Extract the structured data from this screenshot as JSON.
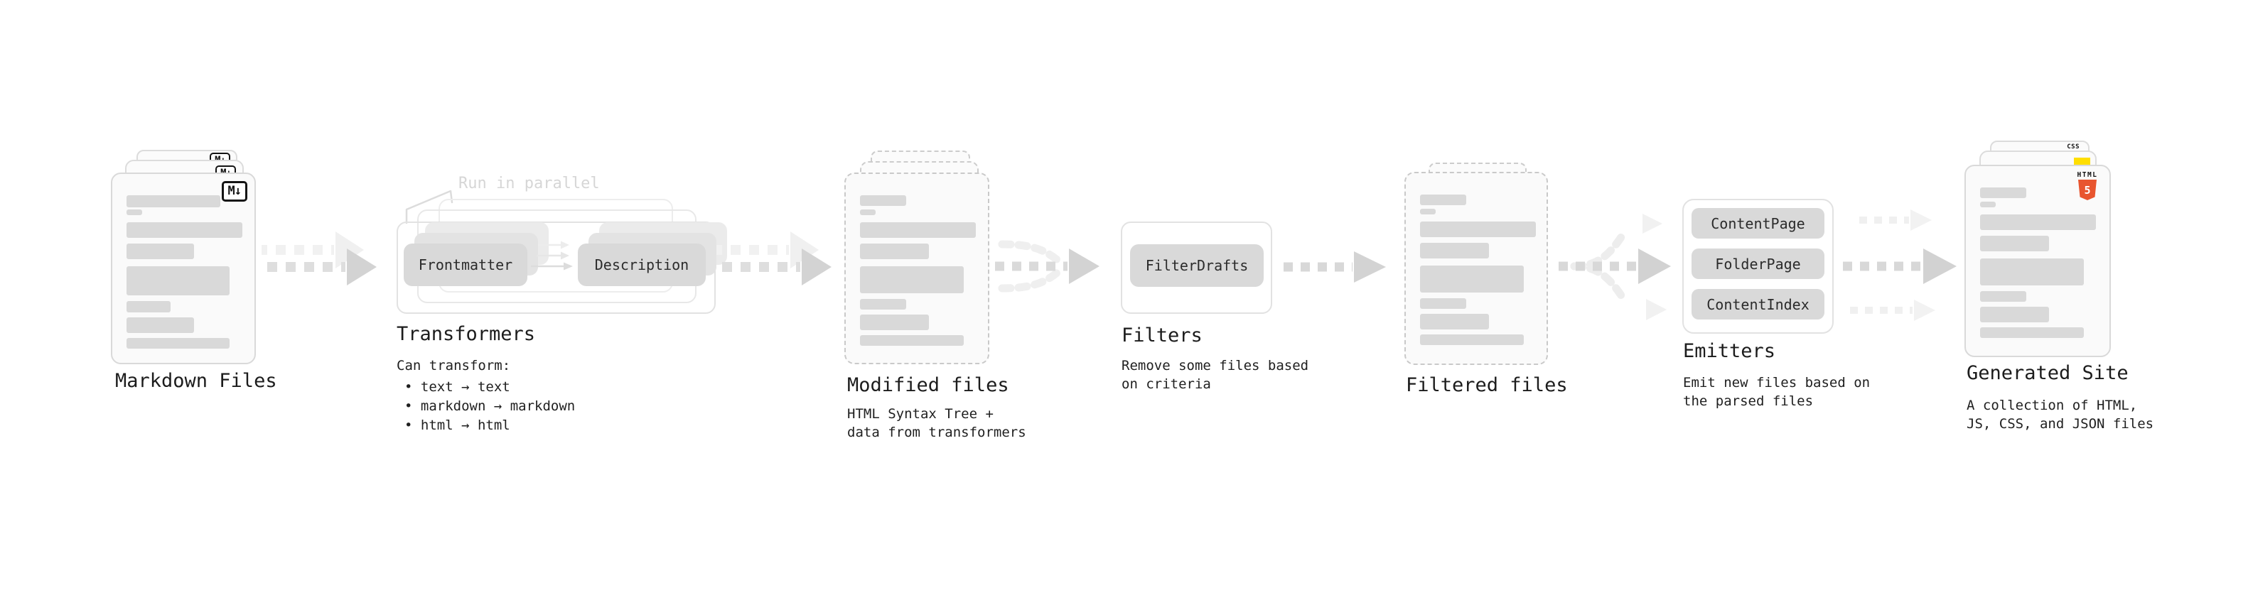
{
  "stages": {
    "markdown": {
      "label": "Markdown Files",
      "badge": "M↓"
    },
    "transformers": {
      "label": "Transformers",
      "annotation": "Run in parallel",
      "pill_frontmatter": "Frontmatter",
      "pill_description": "Description",
      "intro": "Can transform:",
      "bullets": [
        "• text → text",
        "• markdown → markdown",
        "• html → html"
      ]
    },
    "modified": {
      "label": "Modified files",
      "sub1": "HTML Syntax Tree +",
      "sub2": "data from transformers"
    },
    "filters": {
      "label": "Filters",
      "pill": "FilterDrafts",
      "sub1": "Remove some files based",
      "sub2": "on criteria"
    },
    "filtered": {
      "label": "Filtered files"
    },
    "emitters": {
      "label": "Emitters",
      "pills": [
        "ContentPage",
        "FolderPage",
        "ContentIndex"
      ],
      "sub1": "Emit new files based on",
      "sub2": "the parsed files"
    },
    "generated": {
      "label": "Generated Site",
      "sub1": "A collection of HTML,",
      "sub2": "JS, CSS, and JSON files",
      "badge_css": "CSS",
      "badge_html_label": "HTML",
      "badge_html_number": "5"
    }
  },
  "colors": {
    "html5_orange": "#E8552F",
    "js_yellow": "#FFDE00",
    "css_blue": "#1A73E8",
    "placeholder_gray": "#D9D9D9",
    "card_background": "#FAFAFA",
    "arrow_gray": "#DEDEDE",
    "arrow_head_gray": "#D3D3D3",
    "faint_gray": "#F0F0F0",
    "annotation_gray": "#D6D6D6",
    "text_dark": "#1C1C1C"
  }
}
